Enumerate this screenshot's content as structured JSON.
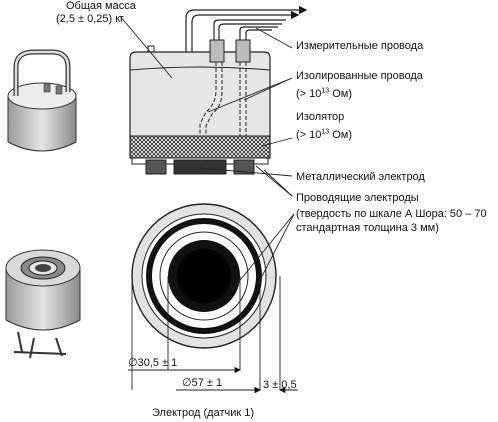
{
  "labels": {
    "mass_title": "Общая масса",
    "mass_value": "(2,5 ± 0,25) кг",
    "measuring_wires": "Измерительные провода",
    "insulated_wires": "Изолированные провода",
    "insulated_wires_resistance_pre": "(> 10",
    "insulated_wires_resistance_exp": "13",
    "insulated_wires_resistance_post": " Ом)",
    "insulator": "Изолятор",
    "insulator_resistance_pre": "(> 10",
    "insulator_resistance_exp": "13",
    "insulator_resistance_post": " Ом)",
    "metal_electrode": "Металлический электрод",
    "conductive_electrodes": "Проводящие электроды",
    "hardness_line1": "(твердость по шкале А Шора: 50 – 70",
    "hardness_line2": "стандартная толщина 3 мм)",
    "dim_inner": "∅30,5 ± 1",
    "dim_outer": "∅57 ± 1",
    "dim_thickness": "3 ± 0,5",
    "caption": "Электрод (датчик 1)"
  }
}
